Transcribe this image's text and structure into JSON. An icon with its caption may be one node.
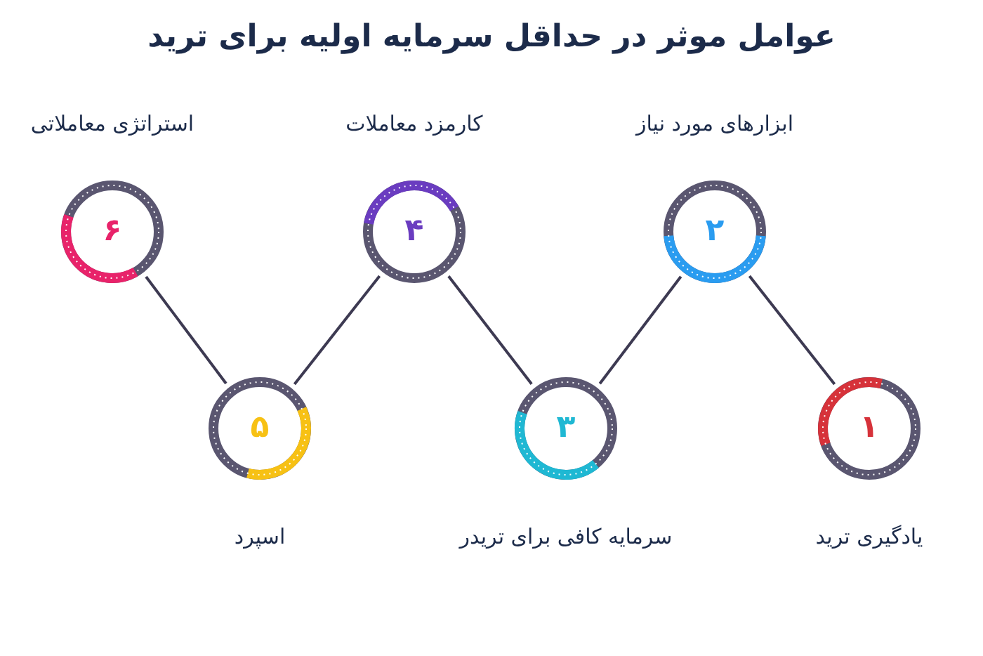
{
  "diagram": {
    "title": "عوامل موثر در حداقل سرمایه اولیه برای ترید",
    "nodes": [
      {
        "text": [
          "۱",
          "یادگیری ترید"
        ]
      },
      {
        "text": [
          "ابزارهای مورد نیاز",
          "۲"
        ]
      },
      {
        "text": [
          "۳",
          "سرمایه کافی برای تریدر"
        ]
      },
      {
        "text": [
          "کارمزد معاملات",
          "۴"
        ]
      },
      {
        "text": [
          "۵",
          "اسپرد"
        ]
      },
      {
        "text": [
          "استراتژی معاملاتی",
          "۶"
        ]
      }
    ],
    "edges": [
      {
        "from": 0,
        "to": 1,
        "arrow": "none"
      },
      {
        "from": 1,
        "to": 2,
        "arrow": "none"
      },
      {
        "from": 2,
        "to": 3,
        "arrow": "none"
      },
      {
        "from": 3,
        "to": 4,
        "arrow": "none"
      },
      {
        "from": 4,
        "to": 5,
        "arrow": "none"
      }
    ]
  }
}
